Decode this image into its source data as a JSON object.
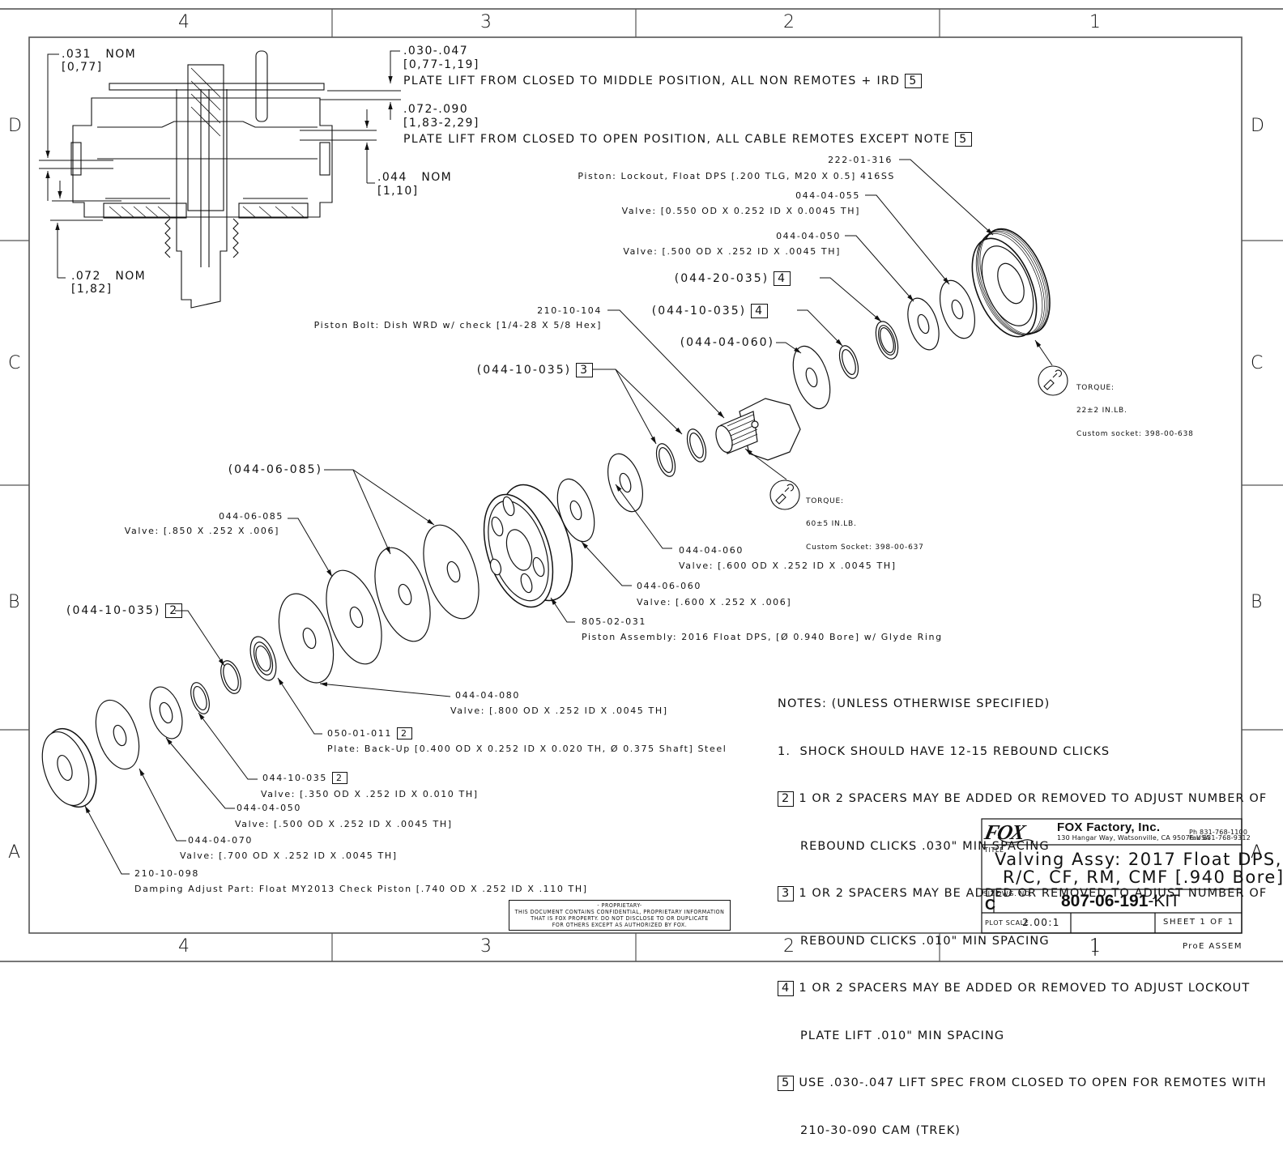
{
  "border": {
    "zones_top": [
      "4",
      "3",
      "2",
      "1"
    ],
    "zones_bottom": [
      "4",
      "3",
      "2",
      "1"
    ],
    "zones_left": [
      "D",
      "C",
      "B",
      "A"
    ],
    "zones_right": [
      "D",
      "C",
      "B",
      "A"
    ]
  },
  "section_view": {
    "dim_031": {
      "value": ".031",
      "tol": "NOM",
      "metric": "[0,77]"
    },
    "dim_044": {
      "value": ".044",
      "tol": "NOM",
      "metric": "[1,10]"
    },
    "dim_072": {
      "value": ".072",
      "tol": "NOM",
      "metric": "[1,82]"
    },
    "lift_middle": {
      "value": ".030-.047",
      "metric": "[0,77-1,19]",
      "text": "PLATE LIFT FROM CLOSED TO MIDDLE POSITION, ALL NON REMOTES + IRD",
      "note_ref": "5"
    },
    "lift_open": {
      "value": ".072-.090",
      "metric": "[1,83-2,29]",
      "text": "PLATE LIFT FROM CLOSED TO OPEN POSITION, ALL CABLE REMOTES EXCEPT NOTE",
      "note_ref": "5"
    }
  },
  "callouts": [
    {
      "id": "c-222-01-316",
      "part": "222-01-316",
      "desc": "Piston: Lockout, Float DPS [.200 TLG, M20 X 0.5] 416SS"
    },
    {
      "id": "c-044-04-055",
      "part": "044-04-055",
      "desc": "Valve: [0.550 OD X 0.252 ID X 0.0045 TH]"
    },
    {
      "id": "c-044-04-050a",
      "part": "044-04-050",
      "desc": "Valve: [.500 OD X .252 ID X .0045 TH]"
    },
    {
      "id": "c-044-20-035",
      "part": "(044-20-035)",
      "note_ref": "4"
    },
    {
      "id": "c-044-10-035a",
      "part": "(044-10-035)",
      "note_ref": "4"
    },
    {
      "id": "c-044-04-060a",
      "part": "(044-04-060)"
    },
    {
      "id": "c-210-10-104",
      "part": "210-10-104",
      "desc": "Piston Bolt: Dish WRD w/ check [1/4-28 X 5/8 Hex]"
    },
    {
      "id": "c-044-10-035b",
      "part": "(044-10-035)",
      "note_ref": "3"
    },
    {
      "id": "c-044-06-085a",
      "part": "(044-06-085)"
    },
    {
      "id": "c-044-06-085b",
      "part": "044-06-085",
      "desc": "Valve: [.850 X .252 X .006]"
    },
    {
      "id": "c-044-04-060b",
      "part": "044-04-060",
      "desc": "Valve: [.600 OD X .252 ID X .0045 TH]"
    },
    {
      "id": "c-044-06-060",
      "part": "044-06-060",
      "desc": "Valve: [.600 X .252 X .006]"
    },
    {
      "id": "c-805-02-031",
      "part": "805-02-031",
      "desc": "Piston Assembly: 2016 Float DPS, [Ø 0.940 Bore] w/ Glyde Ring"
    },
    {
      "id": "c-044-10-035c",
      "part": "(044-10-035)",
      "note_ref": "2"
    },
    {
      "id": "c-044-04-080",
      "part": "044-04-080",
      "desc": "Valve: [.800 OD X .252 ID X .0045 TH]"
    },
    {
      "id": "c-050-01-011",
      "part": "050-01-011",
      "note_ref": "2",
      "desc": "Plate: Back-Up [0.400 OD X 0.252 ID X 0.020 TH, Ø 0.375 Shaft] Steel"
    },
    {
      "id": "c-044-10-035d",
      "part": "044-10-035",
      "note_ref": "2",
      "desc": "Valve: [.350 OD X .252 ID X 0.010 TH]"
    },
    {
      "id": "c-044-04-050b",
      "part": "044-04-050",
      "desc": "Valve: [.500 OD X .252 ID X .0045 TH]"
    },
    {
      "id": "c-044-04-070",
      "part": "044-04-070",
      "desc": "Valve: [.700 OD X .252 ID X .0045 TH]"
    },
    {
      "id": "c-210-10-098",
      "part": "210-10-098",
      "desc": "Damping Adjust Part: Float MY2013 Check Piston [.740 OD X .252 ID X .110 TH]"
    }
  ],
  "torque": [
    {
      "label": "TORQUE:",
      "value": "22±2 IN.LB.",
      "socket": "Custom socket: 398-00-638"
    },
    {
      "label": "TORQUE:",
      "value": "60±5 IN.LB.",
      "socket": "Custom Socket: 398-00-637"
    }
  ],
  "notes": {
    "header": "NOTES: (UNLESS OTHERWISE SPECIFIED)",
    "items": [
      {
        "num": "1.",
        "boxed": false,
        "lines": [
          "SHOCK SHOULD HAVE 12-15 REBOUND CLICKS"
        ]
      },
      {
        "num": "2",
        "boxed": true,
        "lines": [
          "1 OR 2 SPACERS MAY BE ADDED OR REMOVED TO ADJUST NUMBER OF",
          "REBOUND CLICKS .030\" MIN SPACING"
        ]
      },
      {
        "num": "3",
        "boxed": true,
        "lines": [
          "1 OR 2 SPACERS MAY BE ADDED OR REMOVED TO ADJUST NUMBER OF",
          "REBOUND CLICKS .010\" MIN SPACING"
        ]
      },
      {
        "num": "4",
        "boxed": true,
        "lines": [
          "1 OR 2 SPACERS MAY BE ADDED OR REMOVED TO ADJUST LOCKOUT",
          "PLATE LIFT .010\" MIN SPACING"
        ]
      },
      {
        "num": "5",
        "boxed": true,
        "lines": [
          "USE .030-.047 LIFT SPEC FROM CLOSED TO OPEN FOR REMOTES WITH",
          "210-30-090 CAM (TREK)"
        ]
      }
    ]
  },
  "title_block": {
    "logo": "FOX",
    "company": "FOX Factory, Inc.",
    "address": "130 Hangar Way, Watsonville, CA 95076 USA",
    "phone": "Ph 831-768-1100",
    "fax": "Fax 831-768-9312",
    "title_label": "TITLE",
    "title_line1": "Valving Assy: 2017 Float DPS,",
    "title_line2": "R/C, CF, RM, CMF [.940 Bore]",
    "size_label": "SIZE",
    "size": "C",
    "dwg_label": "DWG. NO.",
    "dwg_no": "807-06-191",
    "dwg_suffix": "-KIT",
    "plot_scale_label": "PLOT SCALE",
    "plot_scale": "2.00:1",
    "sheet": "SHEET 1 OF 1",
    "software": "ProE ASSEM"
  },
  "proprietary": {
    "heading": "- PROPRIETARY-",
    "line1": "THIS DOCUMENT CONTAINS CONFIDENTIAL, PROPRIETARY INFORMATION",
    "line2": "THAT IS FOX PROPERTY.  DO NOT DISCLOSE TO OR DUPLICATE",
    "line3": "FOR OTHERS EXCEPT AS AUTHORIZED BY FOX."
  }
}
